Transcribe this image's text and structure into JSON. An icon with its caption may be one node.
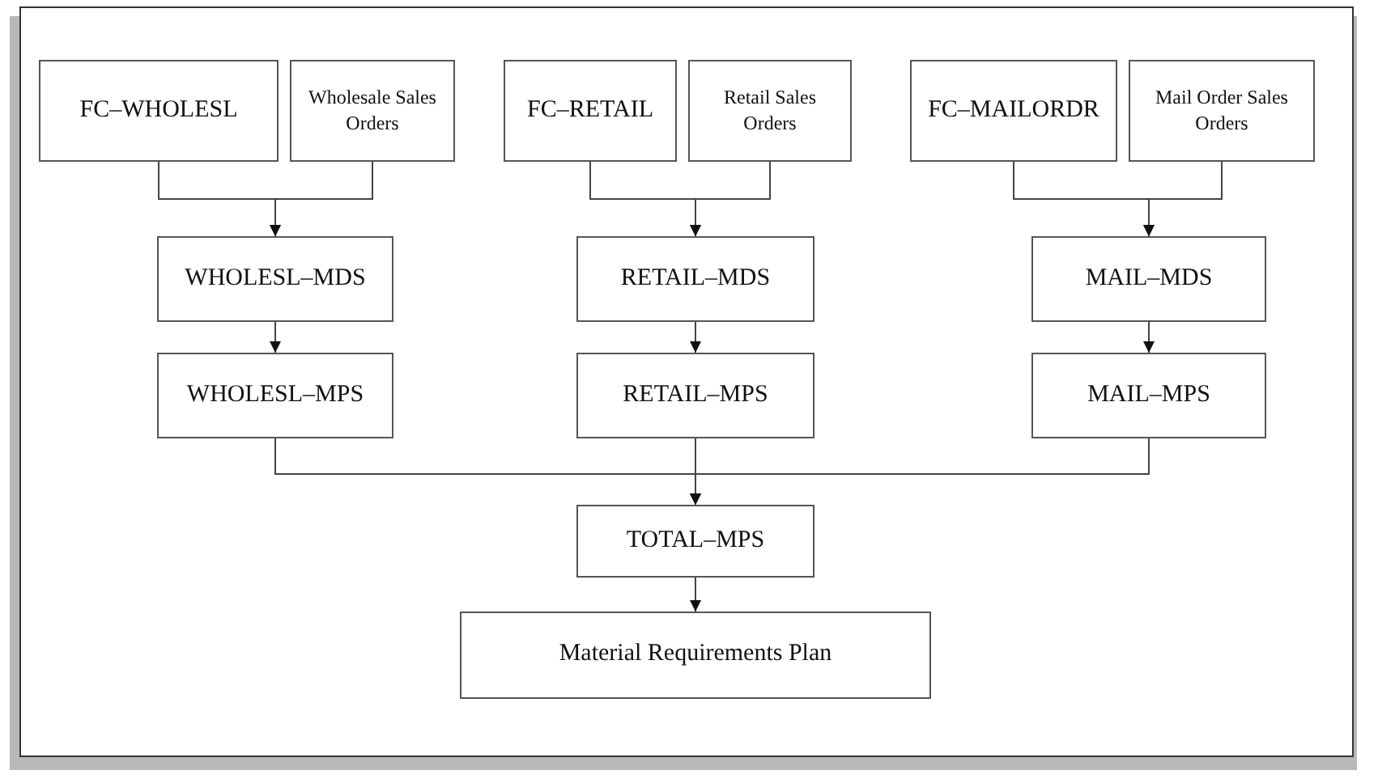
{
  "diagram": {
    "nodes": [
      {
        "text": [
          "FC–WHOLESL"
        ]
      },
      {
        "text": [
          "Wholesale Sales Orders"
        ]
      },
      {
        "text": [
          "FC–RETAIL"
        ]
      },
      {
        "text": [
          "Retail Sales Orders"
        ]
      },
      {
        "text": [
          "FC–MAILORDR"
        ]
      },
      {
        "text": [
          "Mail Order Sales Orders"
        ]
      },
      {
        "text": [
          "WHOLESL–MDS"
        ]
      },
      {
        "text": [
          "RETAIL–MDS"
        ]
      },
      {
        "text": [
          "MAIL–MDS"
        ]
      },
      {
        "text": [
          "WHOLESL–MPS"
        ]
      },
      {
        "text": [
          "RETAIL–MPS"
        ]
      },
      {
        "text": [
          "MAIL–MPS"
        ]
      },
      {
        "text": [
          "TOTAL–MPS"
        ]
      },
      {
        "text": [
          "Material Requirements Plan"
        ]
      }
    ],
    "edges": [
      {
        "from": 0,
        "to": 6,
        "arrow": "to"
      },
      {
        "from": 1,
        "to": 6,
        "arrow": "to"
      },
      {
        "from": 2,
        "to": 7,
        "arrow": "to"
      },
      {
        "from": 3,
        "to": 7,
        "arrow": "to"
      },
      {
        "from": 4,
        "to": 8,
        "arrow": "to"
      },
      {
        "from": 5,
        "to": 8,
        "arrow": "to"
      },
      {
        "from": 6,
        "to": 9,
        "arrow": "to"
      },
      {
        "from": 7,
        "to": 10,
        "arrow": "to"
      },
      {
        "from": 8,
        "to": 11,
        "arrow": "to"
      },
      {
        "from": 9,
        "to": 12,
        "arrow": "to"
      },
      {
        "from": 10,
        "to": 12,
        "arrow": "to"
      },
      {
        "from": 11,
        "to": 12,
        "arrow": "to"
      },
      {
        "from": 12,
        "to": 13,
        "arrow": "to"
      }
    ]
  }
}
